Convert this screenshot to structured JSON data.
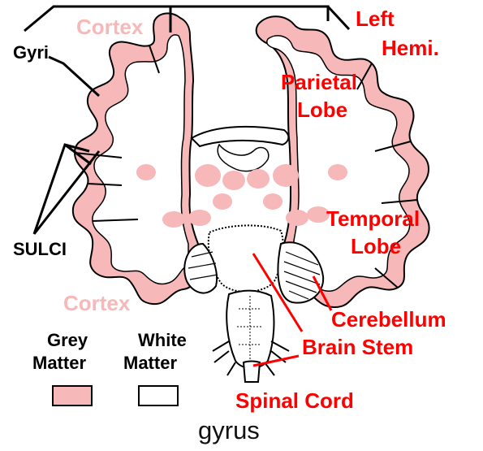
{
  "labels": {
    "cortex_top": "Cortex",
    "gyri": "Gyri",
    "left_hemi_1": "Left",
    "left_hemi_2": "Hemi.",
    "parietal_1": "Parietal",
    "parietal_2": "Lobe",
    "temporal_1": "Temporal",
    "temporal_2": "Lobe",
    "sulci": "SULCI",
    "cortex_bottom": "Cortex",
    "cerebellum": "Cerebellum",
    "brain_stem": "Brain Stem",
    "spinal_cord": "Spinal Cord"
  },
  "legend": {
    "grey_1": "Grey",
    "grey_2": "Matter",
    "white_1": "White",
    "white_2": "Matter",
    "grey_color": "#f6b8b8",
    "white_color": "#ffffff"
  },
  "caption": "gyrus",
  "colors": {
    "label_red": "#ff0000",
    "cortex_pink": "#f6b8b8",
    "outline": "#000000"
  }
}
